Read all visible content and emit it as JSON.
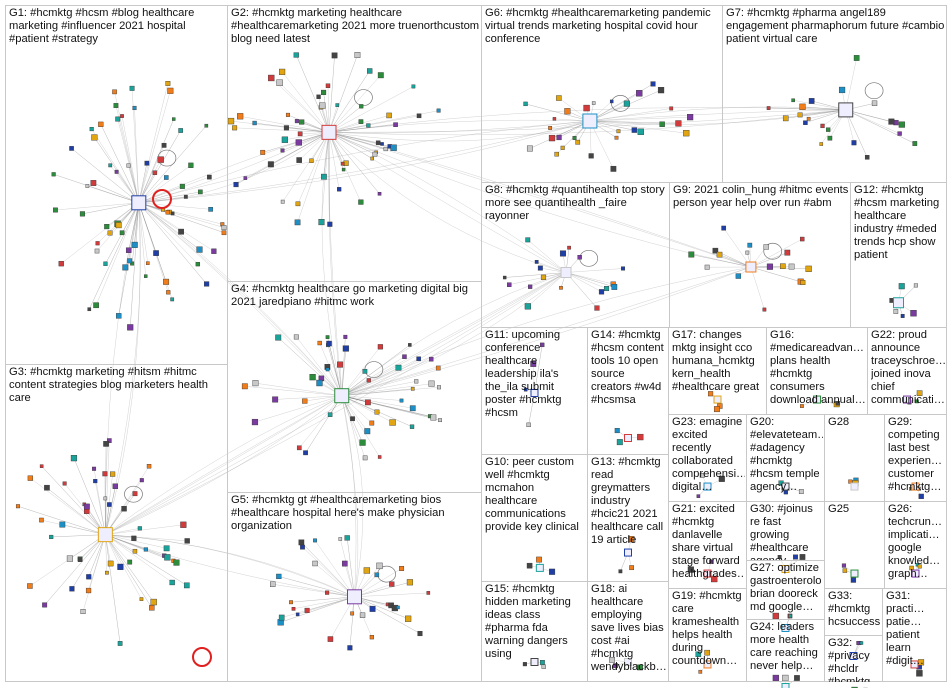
{
  "groups": [
    {
      "id": "G1",
      "label": "G1: #hcmktg #hcsm #blog healthcare marketing #influencer 2021 hospital #patient #strategy",
      "color": "#1f3fa6"
    },
    {
      "id": "G2",
      "label": "G2: #hcmktg marketing healthcare #healthcaremarketing 2021 more truenorthcustom blog need latest",
      "color": "#1d8fc5"
    },
    {
      "id": "G3",
      "label": "G3: #hcmktg marketing #hitsm #hitmc content strategies blog marketers health care",
      "color": "#1f6f3a"
    },
    {
      "id": "G4",
      "label": "G4: #hcmktg healthcare go marketing digital big 2021 jaredpiano #hitmc work",
      "color": "#1e9b2e"
    },
    {
      "id": "G5",
      "label": "G5: #hcmktg gt #healthcaremarketing bios #healthcare hospital here's make physician organization",
      "color": "#c01822"
    },
    {
      "id": "G6",
      "label": "G6: #hcmktg #healthcaremarketing pandemic virtual trends marketing hospital covid hour conference",
      "color": "#d98a10"
    },
    {
      "id": "G7",
      "label": "G7: #hcmktg #pharma angel189 engagement pharmaphorum future #cambio patient virtual care",
      "color": "#e2b513"
    },
    {
      "id": "G8",
      "label": "G8: #hcmktg #quantihealth top story more see quantihealth _faire rayonner",
      "color": "#78b928"
    },
    {
      "id": "G9",
      "label": "G9: 2021 colin_hung #hitmc events person year help over run #abm",
      "color": "#9b1a6a"
    },
    {
      "id": "G12",
      "label": "G12: #hcmktg #hcsm marketing healthcare industry #meded trends hcp show patient",
      "color": "#555555"
    },
    {
      "id": "G11",
      "label": "G11: upcoming conference healthcare leadership ila's the_ila submit poster #hcmktg #hcsm",
      "color": "#6a35a8"
    },
    {
      "id": "G14",
      "label": "G14: #hcmktg #hcsm content tools 10 open source creators #w4d #hcsmsa",
      "color": "#777777"
    },
    {
      "id": "G17",
      "label": "G17: changes mktg insight cco humana_hcmktg kern_health #healthcare great",
      "color": "#777777"
    },
    {
      "id": "G16",
      "label": "G16: #medicareadvan… plans health #hcmktg consumers download annual…",
      "color": "#777777"
    },
    {
      "id": "G22",
      "label": "G22: proud announce traceyschroe… joined inova chief communicati…",
      "color": "#777777"
    },
    {
      "id": "G23",
      "label": "G23: emagine excited recently collaborated comprehensi… digital…",
      "color": "#777777"
    },
    {
      "id": "G20",
      "label": "G20: #elevateteam… #adagency #hcmktg #hcsm temple agency…",
      "color": "#777777"
    },
    {
      "id": "G28",
      "label": "G28",
      "color": "#777777"
    },
    {
      "id": "G29",
      "label": "G29: competing last best experien… customer #hcmktg…",
      "color": "#777777"
    },
    {
      "id": "G10",
      "label": "G10: peer custom well #hcmktg mcmahon healthcare communications provide key clinical",
      "color": "#2a2a8a"
    },
    {
      "id": "G13",
      "label": "G13: #hcmktg read greymatters industry #hcic21 2021 healthcare call 19 article",
      "color": "#777777"
    },
    {
      "id": "G21",
      "label": "G21: excited #hcmktg danlavelle share virtual stage forward healthgrades…",
      "color": "#777777"
    },
    {
      "id": "G30",
      "label": "G30: #joinus re fast growing #healthcare agency…",
      "color": "#777777"
    },
    {
      "id": "G25",
      "label": "G25",
      "color": "#777777"
    },
    {
      "id": "G26",
      "label": "G26: techcrun… implicati… google knowled… graph…",
      "color": "#777777"
    },
    {
      "id": "G27",
      "label": "G27: optimize gastroenterolo… brian dooreck md google…",
      "color": "#777777"
    },
    {
      "id": "G15",
      "label": "G15: #hcmktg hidden marketing ideas class #pharma fda warning dangers using",
      "color": "#777777"
    },
    {
      "id": "G18",
      "label": "G18: ai healthcare employing save lives bias cost #ai #hcmktg wendyblackb…",
      "color": "#777777"
    },
    {
      "id": "G19",
      "label": "G19: #hcmktg care krameshealth helps health during countdown…",
      "color": "#777777"
    },
    {
      "id": "G24",
      "label": "G24: leaders more health care reaching never help…",
      "color": "#777777"
    },
    {
      "id": "G33",
      "label": "G33: #hcmktg hcsuccess",
      "color": "#777777"
    },
    {
      "id": "G31",
      "label": "G31: practi… patie… patient learn #digit…",
      "color": "#777777"
    },
    {
      "id": "G32",
      "label": "G32: #privacy #hcldr #hcmktg",
      "color": "#777777"
    }
  ]
}
